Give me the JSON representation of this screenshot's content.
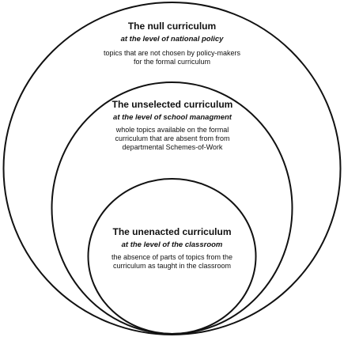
{
  "diagram": {
    "outer": {
      "title": "The null curriculum",
      "subtitle": "at the level of national policy",
      "description": "topics that are not chosen by policy-makers for the formal curriculum"
    },
    "middle": {
      "title": "The unselected curriculum",
      "subtitle": "at the level of school managment",
      "description": "whole topics available on the formal curriculum that are absent from from departmental Schemes-of-Work"
    },
    "inner": {
      "title": "The unenacted curriculum",
      "subtitle": "at the level of the classroom",
      "description": "the absence of parts of topics from the curriculum as taught in the classroom"
    },
    "colors": {
      "stroke": "#111111",
      "fill": "#ffffff"
    }
  }
}
